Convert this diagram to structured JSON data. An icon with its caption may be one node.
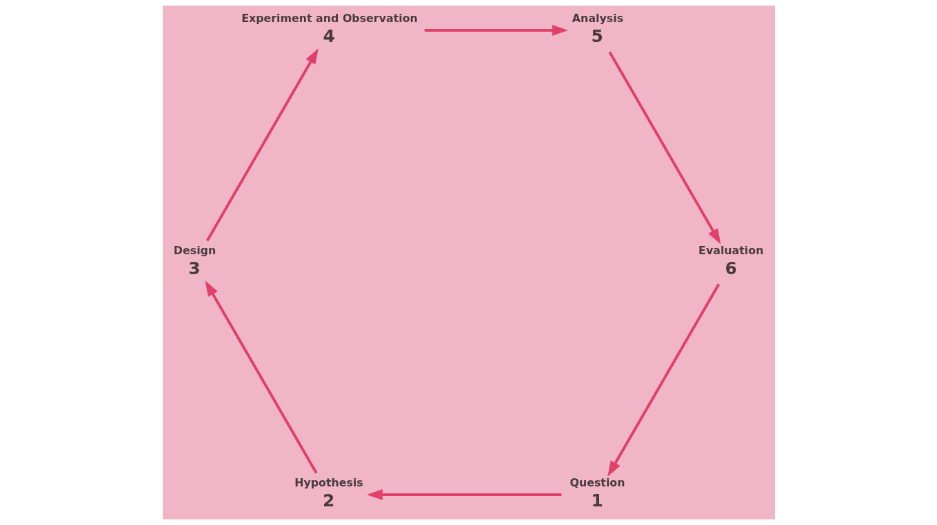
{
  "diagram": {
    "nodes": [
      {
        "text": [
          "1"
        ],
        "beside": [
          "Question"
        ]
      },
      {
        "text": [
          "2"
        ],
        "beside": [
          "Hypothesis"
        ]
      },
      {
        "text": [
          "3"
        ],
        "beside": [
          "Design"
        ]
      },
      {
        "text": [
          "4"
        ],
        "beside": [
          "Experiment and Observation"
        ]
      },
      {
        "text": [
          "5"
        ],
        "beside": [
          "Analysis"
        ]
      },
      {
        "text": [
          "6"
        ],
        "beside": [
          "Evaluation"
        ]
      }
    ],
    "edges": [
      {
        "from": 0,
        "to": 1,
        "arrow": "to"
      },
      {
        "from": 1,
        "to": 2,
        "arrow": "to"
      },
      {
        "from": 2,
        "to": 3,
        "arrow": "to"
      },
      {
        "from": 3,
        "to": 4,
        "arrow": "to"
      },
      {
        "from": 4,
        "to": 5,
        "arrow": "to"
      },
      {
        "from": 5,
        "to": 0,
        "arrow": "to"
      }
    ]
  }
}
